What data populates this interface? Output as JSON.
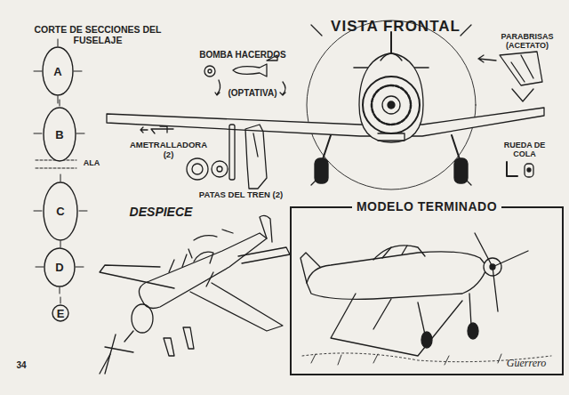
{
  "diagram": {
    "nodes": [
      {
        "text": [
          "A"
        ]
      },
      {
        "text": [
          "B"
        ]
      },
      {
        "text": [
          "C"
        ]
      },
      {
        "text": [
          "D"
        ]
      },
      {
        "text": [
          "E"
        ]
      },
      {
        "text": [
          "MODELO TERMINADO"
        ]
      }
    ],
    "labels": [
      "CORTE DE SECCIONES DEL FUSELAJE",
      "BOMBA HACERDOS",
      "(OPTATIVA)",
      "VISTA FRONTAL",
      "PARABRISAS (ACETATO)",
      "AMETRALLADORA (2)",
      "ALA",
      "PATAS DEL TREN (2)",
      "RUEDA DE COLA",
      "DESPIECE",
      "Guerrero",
      "34"
    ]
  }
}
